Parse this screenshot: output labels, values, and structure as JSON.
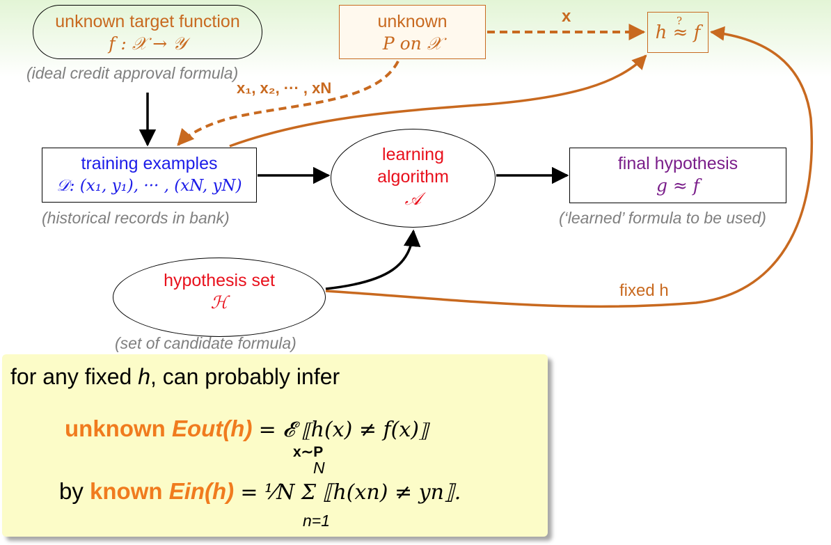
{
  "nodes": {
    "target": {
      "line1": "unknown target function",
      "line2": "f : 𝒳 → 𝒴",
      "note": "(ideal credit approval formula)"
    },
    "distribution": {
      "line1": "unknown",
      "line2": "P on 𝒳"
    },
    "check": {
      "label": "h ≈ f",
      "question": "?"
    },
    "training": {
      "line1": "training examples",
      "line2": "𝒟: (x₁, y₁), ··· , (xN, yN)",
      "note": "(historical records in bank)"
    },
    "algorithm": {
      "line1": "learning",
      "line2": "algorithm",
      "line3": "𝒜"
    },
    "final": {
      "line1": "final hypothesis",
      "line2": "g ≈ f",
      "note": "(‘learned’ formula to be used)"
    },
    "hypothesis": {
      "line1": "hypothesis set",
      "line2": "ℋ",
      "note": "(set of candidate formula)"
    }
  },
  "edges": {
    "x_label": "x",
    "samples_label": "x₁, x₂, ··· , xN",
    "fixed_label": "fixed h"
  },
  "infobox": {
    "intro_a": "for any fixed ",
    "intro_h": "h",
    "intro_b": ", can probably infer",
    "unknown_word": "unknown",
    "eout": "Eout(h)",
    "eout_rhs": "= 𝓔  ⟦h(x) ≠ f(x)⟧",
    "eout_sub": "x∼P",
    "by_word": "by",
    "known_word": "known",
    "ein": "Ein(h)",
    "ein_rhs": "= ¹⁄N  Σ ⟦h(xn) ≠ yn⟧.",
    "sum_top": "N",
    "sum_bottom": "n=1"
  },
  "colors": {
    "orange": "#c8691f",
    "bright_orange": "#f07b1e",
    "red": "#e8101c",
    "blue": "#1c1ce8",
    "purple": "#7a1e8a",
    "note_gray": "#7f7f7f",
    "box_yellow": "#fcfcc8"
  }
}
